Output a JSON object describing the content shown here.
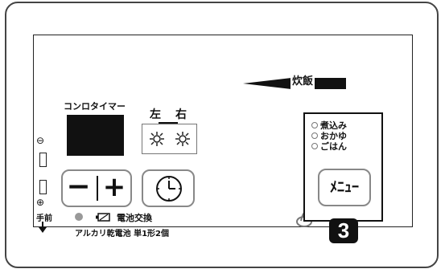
{
  "panel": {
    "stove_timer_label": "コンロタイマー",
    "left_label": "左",
    "right_label": "右",
    "minus_label": "−",
    "plus_label": "+",
    "hand_label": "手前",
    "battery_label": "電池交換",
    "battery_type": "アルカリ乾電池 単1形2個",
    "minus_symbol": "⊖",
    "plus_symbol": "⊕",
    "rice_label": "炊飯"
  },
  "menu": {
    "items": [
      "煮込み",
      "おかゆ",
      "ごはん"
    ],
    "button_label": "ﾒﾆｭｰ"
  },
  "callout": "3",
  "icons": {
    "clock": "clock-icon",
    "flame": "flame-icon",
    "battery": "battery-icon",
    "arrow": "arrow-down-icon",
    "burner": "burner-icon"
  },
  "colors": {
    "border": "#222222",
    "display": "#111111",
    "button_border": "#888888",
    "led": "#999999"
  }
}
